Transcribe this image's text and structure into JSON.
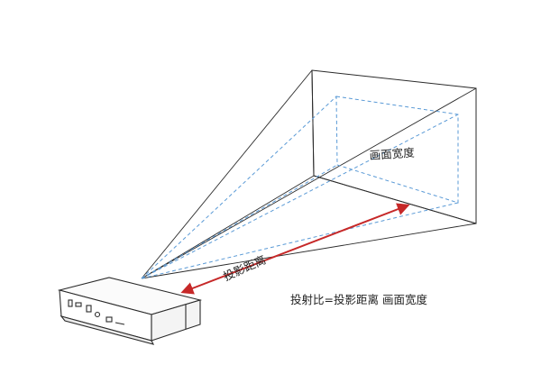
{
  "labels": {
    "screen_width": "画面宽度",
    "projection_distance": "投影距离",
    "throw_ratio_formula": "投射比=投影距离 画面宽度"
  },
  "colors": {
    "outline": "#2a2a2a",
    "light_ray": "#5a9ad6",
    "arrow": "#c62828"
  },
  "icons": [
    "projector-icon",
    "projection-screen-icon",
    "double-arrow-icon"
  ]
}
